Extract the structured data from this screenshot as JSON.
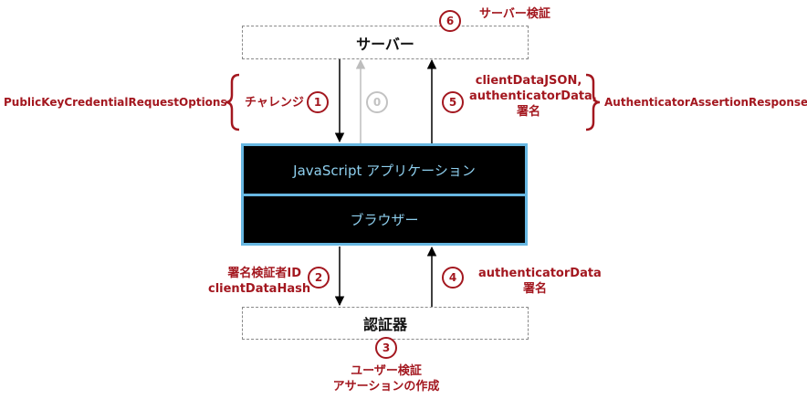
{
  "nodes": {
    "server": "サーバー",
    "js_app": "JavaScript アプリケーション",
    "browser": "ブラウザー",
    "authenticator": "認証器"
  },
  "steps": [
    {
      "number": "1",
      "label": "チャレンジ"
    },
    {
      "number": "0",
      "label": ""
    },
    {
      "number": "2",
      "label_lines": [
        "署名検証者ID",
        "clientDataHash"
      ]
    },
    {
      "number": "3",
      "label_lines": [
        "ユーザー検証",
        "アサーションの作成"
      ]
    },
    {
      "number": "4",
      "label_lines": [
        "authenticatorData",
        "署名"
      ]
    },
    {
      "number": "5",
      "label_lines": [
        "clientDataJSON,",
        "authenticatorData,",
        "署名"
      ]
    },
    {
      "number": "6",
      "label": "サーバー検証"
    }
  ],
  "groups": {
    "left": "PublicKeyCredentialRequestOptions",
    "right": "AuthenticatorAssertionResponse"
  },
  "colors": {
    "accent": "#a3171f",
    "app_border": "#67b7e1",
    "app_fill": "#000000",
    "app_text": "#8ecfee",
    "faded": "#c2c2c2"
  }
}
